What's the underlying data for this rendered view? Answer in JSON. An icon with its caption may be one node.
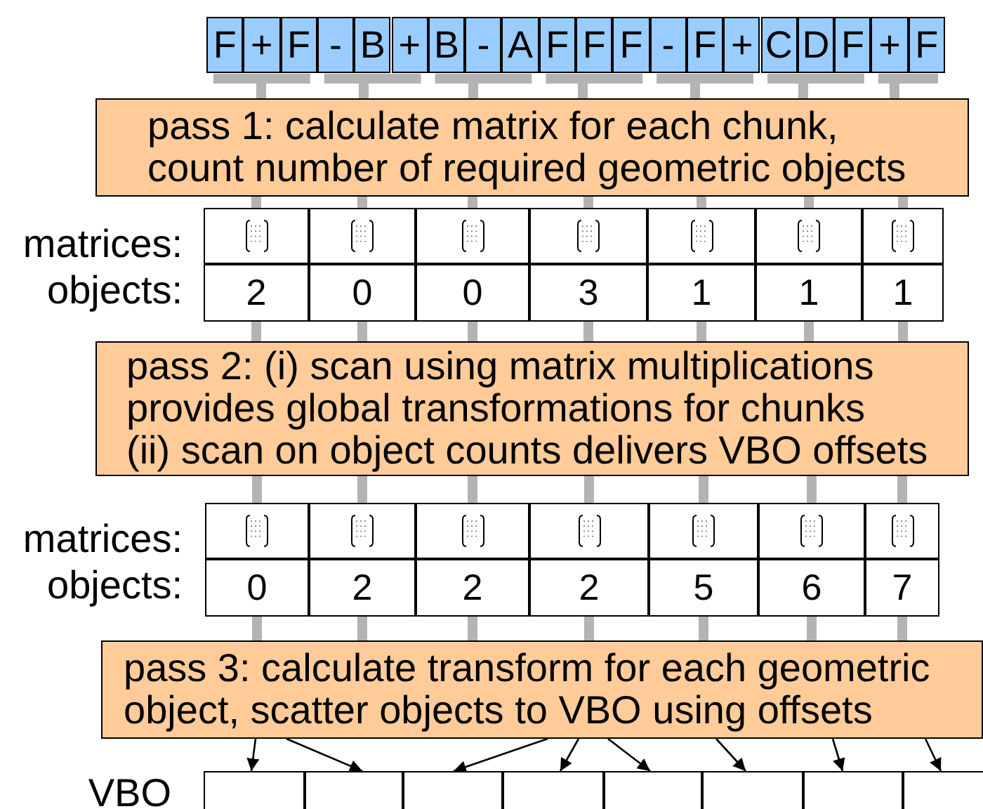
{
  "diagram": {
    "nodes": [
      {
        "text": [
          "F"
        ]
      },
      {
        "text": [
          "+"
        ]
      },
      {
        "text": [
          "F"
        ]
      },
      {
        "text": [
          "-"
        ]
      },
      {
        "text": [
          "B"
        ]
      },
      {
        "text": [
          "+"
        ]
      },
      {
        "text": [
          "B"
        ]
      },
      {
        "text": [
          "-"
        ]
      },
      {
        "text": [
          "A"
        ]
      },
      {
        "text": [
          "F"
        ]
      },
      {
        "text": [
          "F"
        ]
      },
      {
        "text": [
          "F"
        ]
      },
      {
        "text": [
          "-"
        ]
      },
      {
        "text": [
          "F"
        ]
      },
      {
        "text": [
          "+"
        ]
      },
      {
        "text": [
          "C"
        ]
      },
      {
        "text": [
          "D"
        ]
      },
      {
        "text": [
          "F"
        ]
      },
      {
        "text": [
          "+"
        ]
      },
      {
        "text": [
          "F"
        ]
      },
      {
        "text": [
          "pass 1: calculate matrix for each chunk, count number of required geometric objects"
        ]
      },
      {
        "text": [],
        "shape": "box"
      },
      {
        "text": [],
        "shape": "box"
      },
      {
        "text": [],
        "shape": "box"
      },
      {
        "text": [],
        "shape": "box"
      },
      {
        "text": [],
        "shape": "box"
      },
      {
        "text": [],
        "shape": "box"
      },
      {
        "text": [],
        "shape": "box"
      },
      {
        "text": [
          "2"
        ]
      },
      {
        "text": [
          "0"
        ]
      },
      {
        "text": [
          "0"
        ]
      },
      {
        "text": [
          "3"
        ]
      },
      {
        "text": [
          "1"
        ]
      },
      {
        "text": [
          "1"
        ]
      },
      {
        "text": [
          "1"
        ]
      },
      {
        "text": [
          "pass 2: (i) scan using matrix multiplications provides global transformations for chunks",
          "(ii) scan on object counts delivers VBO offsets"
        ]
      },
      {
        "text": [],
        "shape": "box"
      },
      {
        "text": [],
        "shape": "box"
      },
      {
        "text": [],
        "shape": "box"
      },
      {
        "text": [],
        "shape": "box"
      },
      {
        "text": [],
        "shape": "box"
      },
      {
        "text": [],
        "shape": "box"
      },
      {
        "text": [],
        "shape": "box"
      },
      {
        "text": [
          "0"
        ]
      },
      {
        "text": [
          "2"
        ]
      },
      {
        "text": [
          "2"
        ]
      },
      {
        "text": [
          "2"
        ]
      },
      {
        "text": [
          "5"
        ]
      },
      {
        "text": [
          "6"
        ]
      },
      {
        "text": [
          "7"
        ]
      },
      {
        "text": [
          "pass 3: calculate transform for each geometric object, scatter objects to VBO using offsets"
        ]
      },
      {
        "text": [],
        "shape": "box"
      },
      {
        "text": [],
        "shape": "box"
      },
      {
        "text": [],
        "shape": "box"
      },
      {
        "text": [],
        "shape": "box"
      },
      {
        "text": [],
        "shape": "box"
      },
      {
        "text": [],
        "shape": "box"
      },
      {
        "text": [],
        "shape": "box"
      },
      {
        "text": [],
        "shape": "box"
      }
    ],
    "edges": [
      {
        "from": 0,
        "to": 20,
        "arrow": "none"
      },
      {
        "from": 1,
        "to": 20,
        "arrow": "none"
      },
      {
        "from": 2,
        "to": 20,
        "arrow": "none"
      },
      {
        "from": 3,
        "to": 20,
        "arrow": "none"
      },
      {
        "from": 4,
        "to": 20,
        "arrow": "none"
      },
      {
        "from": 5,
        "to": 20,
        "arrow": "none"
      },
      {
        "from": 6,
        "to": 20,
        "arrow": "none"
      },
      {
        "from": 7,
        "to": 20,
        "arrow": "none"
      },
      {
        "from": 8,
        "to": 20,
        "arrow": "none"
      },
      {
        "from": 9,
        "to": 20,
        "arrow": "none"
      },
      {
        "from": 10,
        "to": 20,
        "arrow": "none"
      },
      {
        "from": 11,
        "to": 20,
        "arrow": "none"
      },
      {
        "from": 12,
        "to": 20,
        "arrow": "none"
      },
      {
        "from": 13,
        "to": 20,
        "arrow": "none"
      },
      {
        "from": 14,
        "to": 20,
        "arrow": "none"
      },
      {
        "from": 15,
        "to": 20,
        "arrow": "none"
      },
      {
        "from": 16,
        "to": 20,
        "arrow": "none"
      },
      {
        "from": 17,
        "to": 20,
        "arrow": "none"
      },
      {
        "from": 18,
        "to": 20,
        "arrow": "none"
      },
      {
        "from": 19,
        "to": 20,
        "arrow": "none"
      },
      {
        "from": 20,
        "to": 21,
        "arrow": "none"
      },
      {
        "from": 20,
        "to": 22,
        "arrow": "none"
      },
      {
        "from": 20,
        "to": 23,
        "arrow": "none"
      },
      {
        "from": 20,
        "to": 24,
        "arrow": "none"
      },
      {
        "from": 20,
        "to": 25,
        "arrow": "none"
      },
      {
        "from": 20,
        "to": 26,
        "arrow": "none"
      },
      {
        "from": 20,
        "to": 27,
        "arrow": "none"
      },
      {
        "from": 28,
        "to": 35,
        "arrow": "none"
      },
      {
        "from": 29,
        "to": 35,
        "arrow": "none"
      },
      {
        "from": 30,
        "to": 35,
        "arrow": "none"
      },
      {
        "from": 31,
        "to": 35,
        "arrow": "none"
      },
      {
        "from": 32,
        "to": 35,
        "arrow": "none"
      },
      {
        "from": 33,
        "to": 35,
        "arrow": "none"
      },
      {
        "from": 34,
        "to": 35,
        "arrow": "none"
      },
      {
        "from": 35,
        "to": 36,
        "arrow": "none"
      },
      {
        "from": 35,
        "to": 37,
        "arrow": "none"
      },
      {
        "from": 35,
        "to": 38,
        "arrow": "none"
      },
      {
        "from": 35,
        "to": 39,
        "arrow": "none"
      },
      {
        "from": 35,
        "to": 40,
        "arrow": "none"
      },
      {
        "from": 35,
        "to": 41,
        "arrow": "none"
      },
      {
        "from": 35,
        "to": 42,
        "arrow": "none"
      },
      {
        "from": 43,
        "to": 50,
        "arrow": "none"
      },
      {
        "from": 44,
        "to": 50,
        "arrow": "none"
      },
      {
        "from": 45,
        "to": 50,
        "arrow": "none"
      },
      {
        "from": 46,
        "to": 50,
        "arrow": "none"
      },
      {
        "from": 47,
        "to": 50,
        "arrow": "none"
      },
      {
        "from": 48,
        "to": 50,
        "arrow": "none"
      },
      {
        "from": 49,
        "to": 50,
        "arrow": "none"
      },
      {
        "from": 50,
        "to": 51,
        "arrow": "to",
        "color": "#000000"
      },
      {
        "from": 50,
        "to": 52,
        "arrow": "to",
        "color": "#000000"
      },
      {
        "from": 50,
        "to": 53,
        "arrow": "to",
        "color": "#000000"
      },
      {
        "from": 50,
        "to": 54,
        "arrow": "to",
        "color": "#000000"
      },
      {
        "from": 50,
        "to": 55,
        "arrow": "to",
        "color": "#000000"
      },
      {
        "from": 50,
        "to": 56,
        "arrow": "to",
        "color": "#000000"
      },
      {
        "from": 50,
        "to": 57,
        "arrow": "to",
        "color": "#000000"
      },
      {
        "from": 50,
        "to": 58,
        "arrow": "to",
        "color": "#000000"
      }
    ],
    "labels": [
      "matrices:",
      "objects:",
      "matrices:",
      "objects:",
      "VBO"
    ]
  }
}
